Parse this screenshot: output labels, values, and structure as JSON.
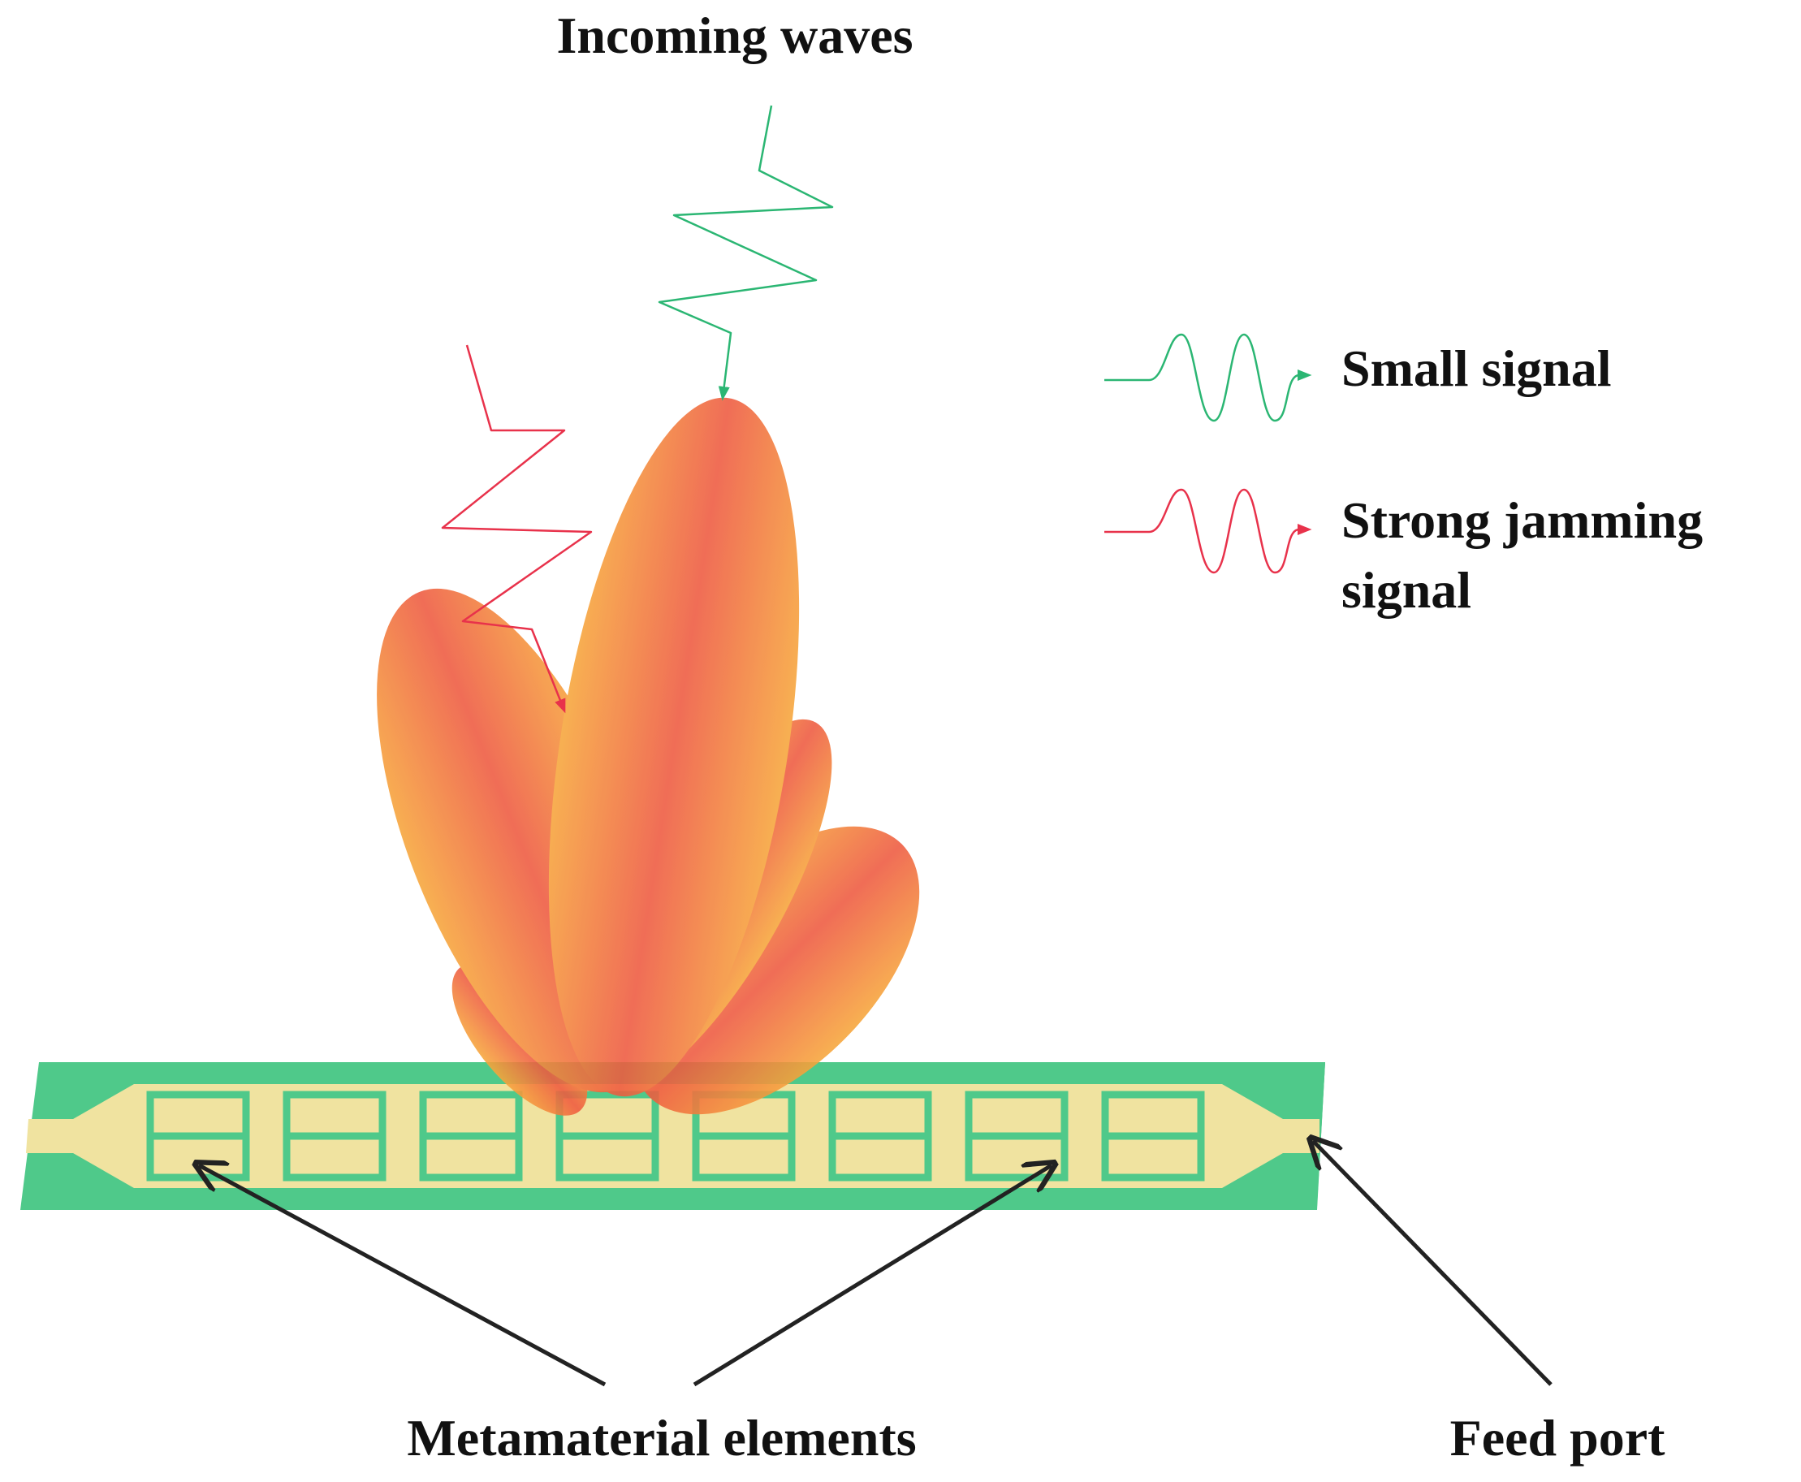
{
  "labels": {
    "incoming": "Incoming waves",
    "small_signal": "Small signal",
    "jamming_line1": "Strong jamming",
    "jamming_line2": "signal",
    "metamaterial": "Metamaterial elements",
    "feed_port": "Feed port"
  },
  "colors": {
    "small_signal": "#2bb673",
    "jamming_signal": "#e8324b",
    "strip": "#4fc98a",
    "strip_edge": "#3aa872",
    "feed_line": "#f0e3a0",
    "lobe_core": "#ef5a3f",
    "lobe_edge": "#f7a63b",
    "arrow": "#222222"
  },
  "icons": {
    "small_signal_legend": "green-wave-arrow-icon",
    "jamming_legend": "red-wave-arrow-icon"
  },
  "element_count": 8
}
